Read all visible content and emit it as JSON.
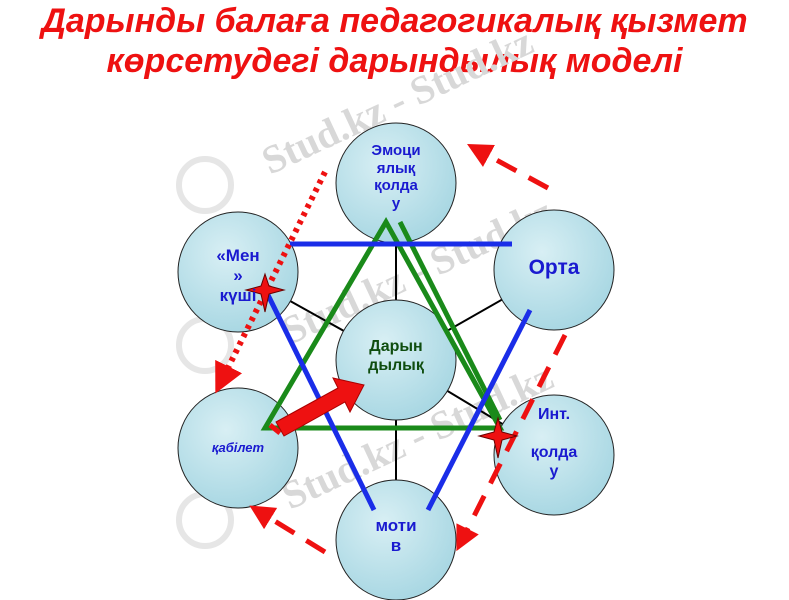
{
  "title": {
    "line1": "Дарынды балаға педагогикалық қызмет",
    "line2": "көрсетудегі дарындылық  моделі"
  },
  "nodes": {
    "center": "Дарын\nдылық",
    "top": "Эмоци\nялық\nқолда\nу",
    "right": "Орта",
    "left": "«Мен\n»\nкүші",
    "bottom_left": "қабілет",
    "bottom_right": "Инт.\n\nқолда\nу",
    "bottom": "моти\nв"
  },
  "watermark": "Stud.kz - Stud.kz",
  "colors": {
    "title": "#ee1111",
    "circle_fill": "#b9dfe8",
    "green_triangle": "#1a8a1a",
    "blue_triangle": "#1a2de8",
    "arrows": "#ee1111",
    "label_blue": "#1a1ad0",
    "label_dark_green": "#0f4d0f"
  },
  "icons": [
    "star-icon",
    "star-icon",
    "arrow-icon"
  ]
}
